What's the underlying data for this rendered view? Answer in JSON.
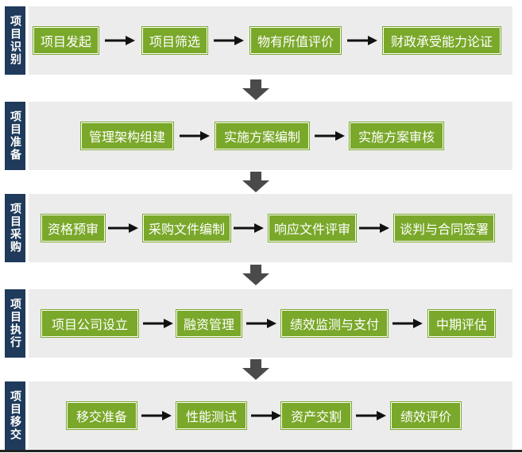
{
  "stages": [
    {
      "label": "项目识别",
      "steps": [
        "项目发起",
        "项目筛选",
        "物有所值评价",
        "财政承受能力论证"
      ]
    },
    {
      "label": "项目准备",
      "steps": [
        "管理架构组建",
        "实施方案编制",
        "实施方案审核"
      ]
    },
    {
      "label": "项目采购",
      "steps": [
        "资格预审",
        "采购文件编制",
        "响应文件评审",
        "谈判与合同签署"
      ]
    },
    {
      "label": "项目执行",
      "steps": [
        "项目公司设立",
        "融资管理",
        "绩效监测与支付",
        "中期评估"
      ]
    },
    {
      "label": "项目移交",
      "steps": [
        "移交准备",
        "性能测试",
        "资产交割",
        "绩效评价"
      ]
    }
  ],
  "colors": {
    "label_bg": "#1f3a5a",
    "step_bg": "#7aa82a",
    "panel_bg": "#ececec",
    "arrow": "#4a4a4a"
  }
}
